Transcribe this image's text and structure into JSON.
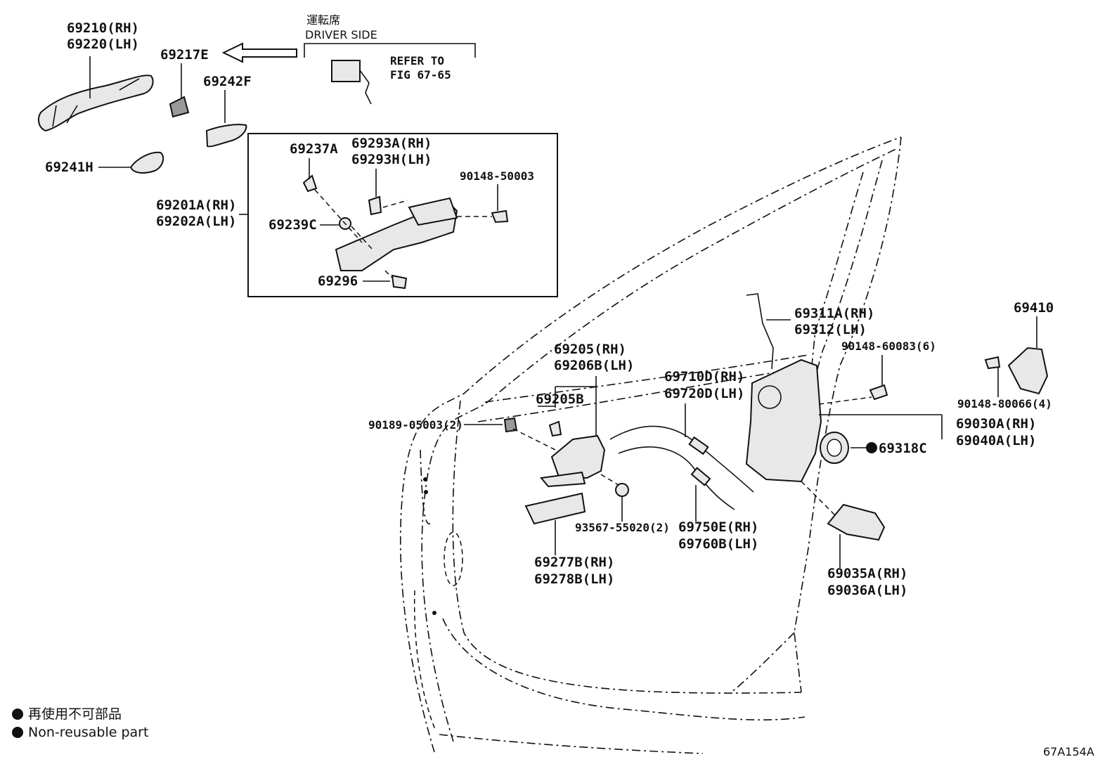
{
  "diagram": {
    "figure_code": "67A154A",
    "driver_side_jp": "運転席",
    "driver_side_en": "DRIVER SIDE",
    "refer_line1": "REFER TO",
    "refer_line2": "FIG 67-65",
    "legend": {
      "jp": "再使用不可部品",
      "en": "Non-reusable part"
    },
    "labels": {
      "p69210": "69210(RH)",
      "p69220": "69220(LH)",
      "p69217E": "69217E",
      "p69242F": "69242F",
      "p69241H": "69241H",
      "p69237A": "69237A",
      "p69293A": "69293A(RH)",
      "p69293H": "69293H(LH)",
      "p90148_50003": "90148-50003",
      "p69201A": "69201A(RH)",
      "p69202A": "69202A(LH)",
      "p69239C": "69239C",
      "p69296": "69296",
      "p69311A": "69311A(RH)",
      "p69312": "69312(LH)",
      "p90148_60083": "90148-60083(6)",
      "p69410": "69410",
      "p90148_80066": "90148-80066(4)",
      "p69205": "69205(RH)",
      "p69206B": "69206B(LH)",
      "p69205B": "69205B",
      "p69710D": "69710D(RH)",
      "p69720D": "69720D(LH)",
      "p90189_05003": "90189-05003(2)",
      "p69030A": "69030A(RH)",
      "p69040A": "69040A(LH)",
      "p69318C": "69318C",
      "p93567_55020": "93567-55020(2)",
      "p69750E": "69750E(RH)",
      "p69760B": "69760B(LH)",
      "p69277B": "69277B(RH)",
      "p69278B": "69278B(LH)",
      "p69035A": "69035A(RH)",
      "p69036A": "69036A(LH)"
    }
  }
}
